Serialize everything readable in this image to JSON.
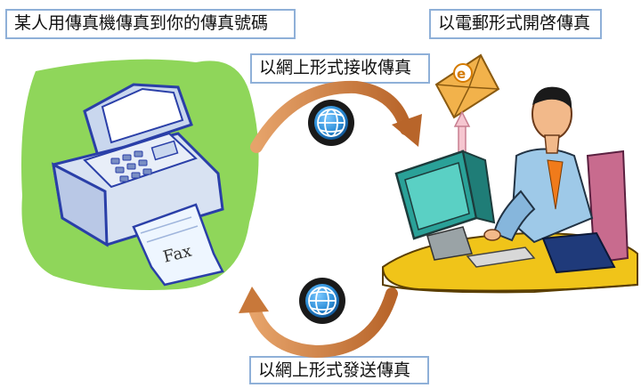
{
  "labels": {
    "sender": "某人用傳真機傳真到你的傳真號碼",
    "email": "以電郵形式開啓傳真",
    "receive": "以網上形式接收傳真",
    "send": "以網上形式發送傳真"
  },
  "fax_paper_text": "Fax",
  "colors": {
    "green_blob": "#8fd65a",
    "arrow_orange": "#c8783a",
    "globe_blue": "#2e8fd8",
    "envelope": "#f2b24b",
    "desk": "#f0c419",
    "label_border": "#8fb0d8"
  },
  "icons": [
    "printer-fax-icon",
    "globe-icon",
    "envelope-email-icon",
    "person-computer-icon"
  ]
}
